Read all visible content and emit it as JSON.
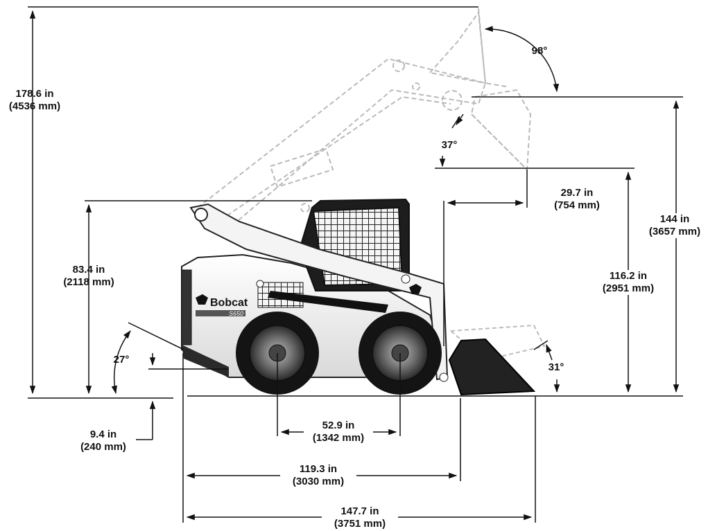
{
  "dimensions": {
    "overall_height": {
      "imperial": "178.6 in",
      "metric": "(4536 mm)"
    },
    "cab_height": {
      "imperial": "83.4 in",
      "metric": "(2118 mm)"
    },
    "ground_clearance": {
      "imperial": "9.4 in",
      "metric": "(240 mm)"
    },
    "wheelbase": {
      "imperial": "52.9 in",
      "metric": "(1342 mm)"
    },
    "length_without_bucket": {
      "imperial": "119.3 in",
      "metric": "(3030 mm)"
    },
    "length_with_bucket": {
      "imperial": "147.7 in",
      "metric": "(3751 mm)"
    },
    "height_to_hinge_pin": {
      "imperial": "144 in",
      "metric": "(3657 mm)"
    },
    "dump_height": {
      "imperial": "116.2 in",
      "metric": "(2951 mm)"
    },
    "dump_reach": {
      "imperial": "29.7 in",
      "metric": "(754 mm)"
    }
  },
  "angles": {
    "rollback_raised": "98°",
    "dump_angle": "37°",
    "departure_angle": "27°",
    "rollback_ground": "31°"
  },
  "machine": {
    "brand": "Bobcat",
    "model": "S650"
  }
}
